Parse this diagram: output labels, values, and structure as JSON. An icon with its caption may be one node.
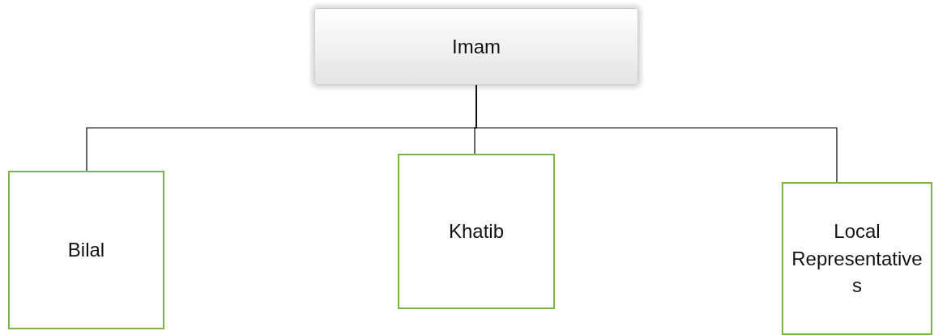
{
  "diagram": {
    "nodes": [
      {
        "text": [
          "Imam"
        ]
      },
      {
        "text": [
          "Bilal"
        ]
      },
      {
        "text": [
          "Khatib"
        ]
      },
      {
        "text": [
          "Local Representatives"
        ]
      }
    ],
    "edges": [
      {
        "from": 0,
        "to": 1,
        "arrow": "none"
      },
      {
        "from": 0,
        "to": 2,
        "arrow": "none"
      },
      {
        "from": 0,
        "to": 3,
        "arrow": "none"
      }
    ]
  }
}
